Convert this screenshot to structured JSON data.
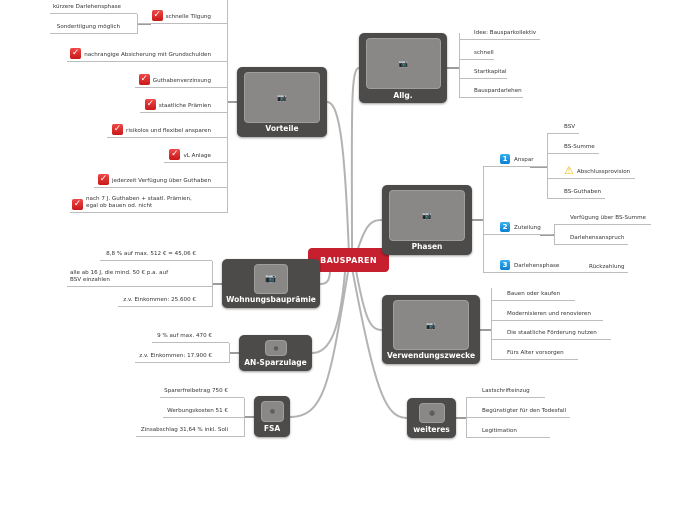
{
  "center": "BAUSPAREN",
  "vorteile": {
    "title": "Vorteile",
    "items": {
      "schnell": "schnelle Tilgung",
      "kuerzer": "kürzere Darlehensphase",
      "sonder": "Sondertilgung möglich",
      "nachrangig": "nachrangige Absicherung mit Grundschulden",
      "guthaben": "Guthabenverzinsung",
      "praemien": "staatliche Prämien",
      "risikolos": "risikolos und flexibel ansparen",
      "vl": "vL Anlage",
      "jederzeit": "jederzeit Verfügung über Guthaben",
      "nach7": "nach 7 J. Guthaben + staatl. Prämien, egal ob bauen od. nicht"
    }
  },
  "allg": {
    "title": "Allg.",
    "items": [
      "Idee: Bausparkollektiv",
      "schnell",
      "Startkapital",
      "Bauspardarlehen"
    ]
  },
  "phasen": {
    "title": "Phasen",
    "anspar": {
      "num": "1",
      "label": "Anspar",
      "items": [
        "BSV",
        "BS-Summe",
        "Abschlussprovision",
        "BS-Guthaben"
      ]
    },
    "zuteilung": {
      "num": "2",
      "label": "Zuteilung",
      "items": [
        "Verfügung über BS-Summe",
        "Darlehensanspruch"
      ]
    },
    "darlehen": {
      "num": "3",
      "label": "Darlehensphase",
      "items": [
        "Rückzahlung"
      ]
    }
  },
  "verwendung": {
    "title": "Verwendungszwecke",
    "items": [
      "Bauen oder kaufen",
      "Modernisieren und renovieren",
      "Die staatliche Förderung nutzen",
      "Fürs Alter vorsorgen"
    ]
  },
  "weiteres": {
    "title": "weiteres",
    "items": [
      "Lastschrifteinzug",
      "Begünstigter für den Todesfall",
      "Legitimation"
    ]
  },
  "wohnung": {
    "title": "Wohnungsbauprämie",
    "items": [
      "8,8 % auf max. 512 € = 45,06 €",
      "alle ab 16 J, die mind. 50 € p.a. auf BSV einzahlen",
      "z.v. Einkommen: 25.600 €"
    ]
  },
  "an": {
    "title": "AN-Sparzulage",
    "items": [
      "9 % auf max. 470 €",
      "z.v. Einkommen: 17.900 €"
    ]
  },
  "fsa": {
    "title": "FSA",
    "items": [
      "Sparerfreibetrag 750 €",
      "Werbungskosten 51 €",
      "Zinsabschlag 31,64 % inkl. Soli"
    ]
  },
  "colors": {
    "center": "#c61f2e",
    "node": "#4d4b49",
    "link": "#b0b0b0"
  }
}
